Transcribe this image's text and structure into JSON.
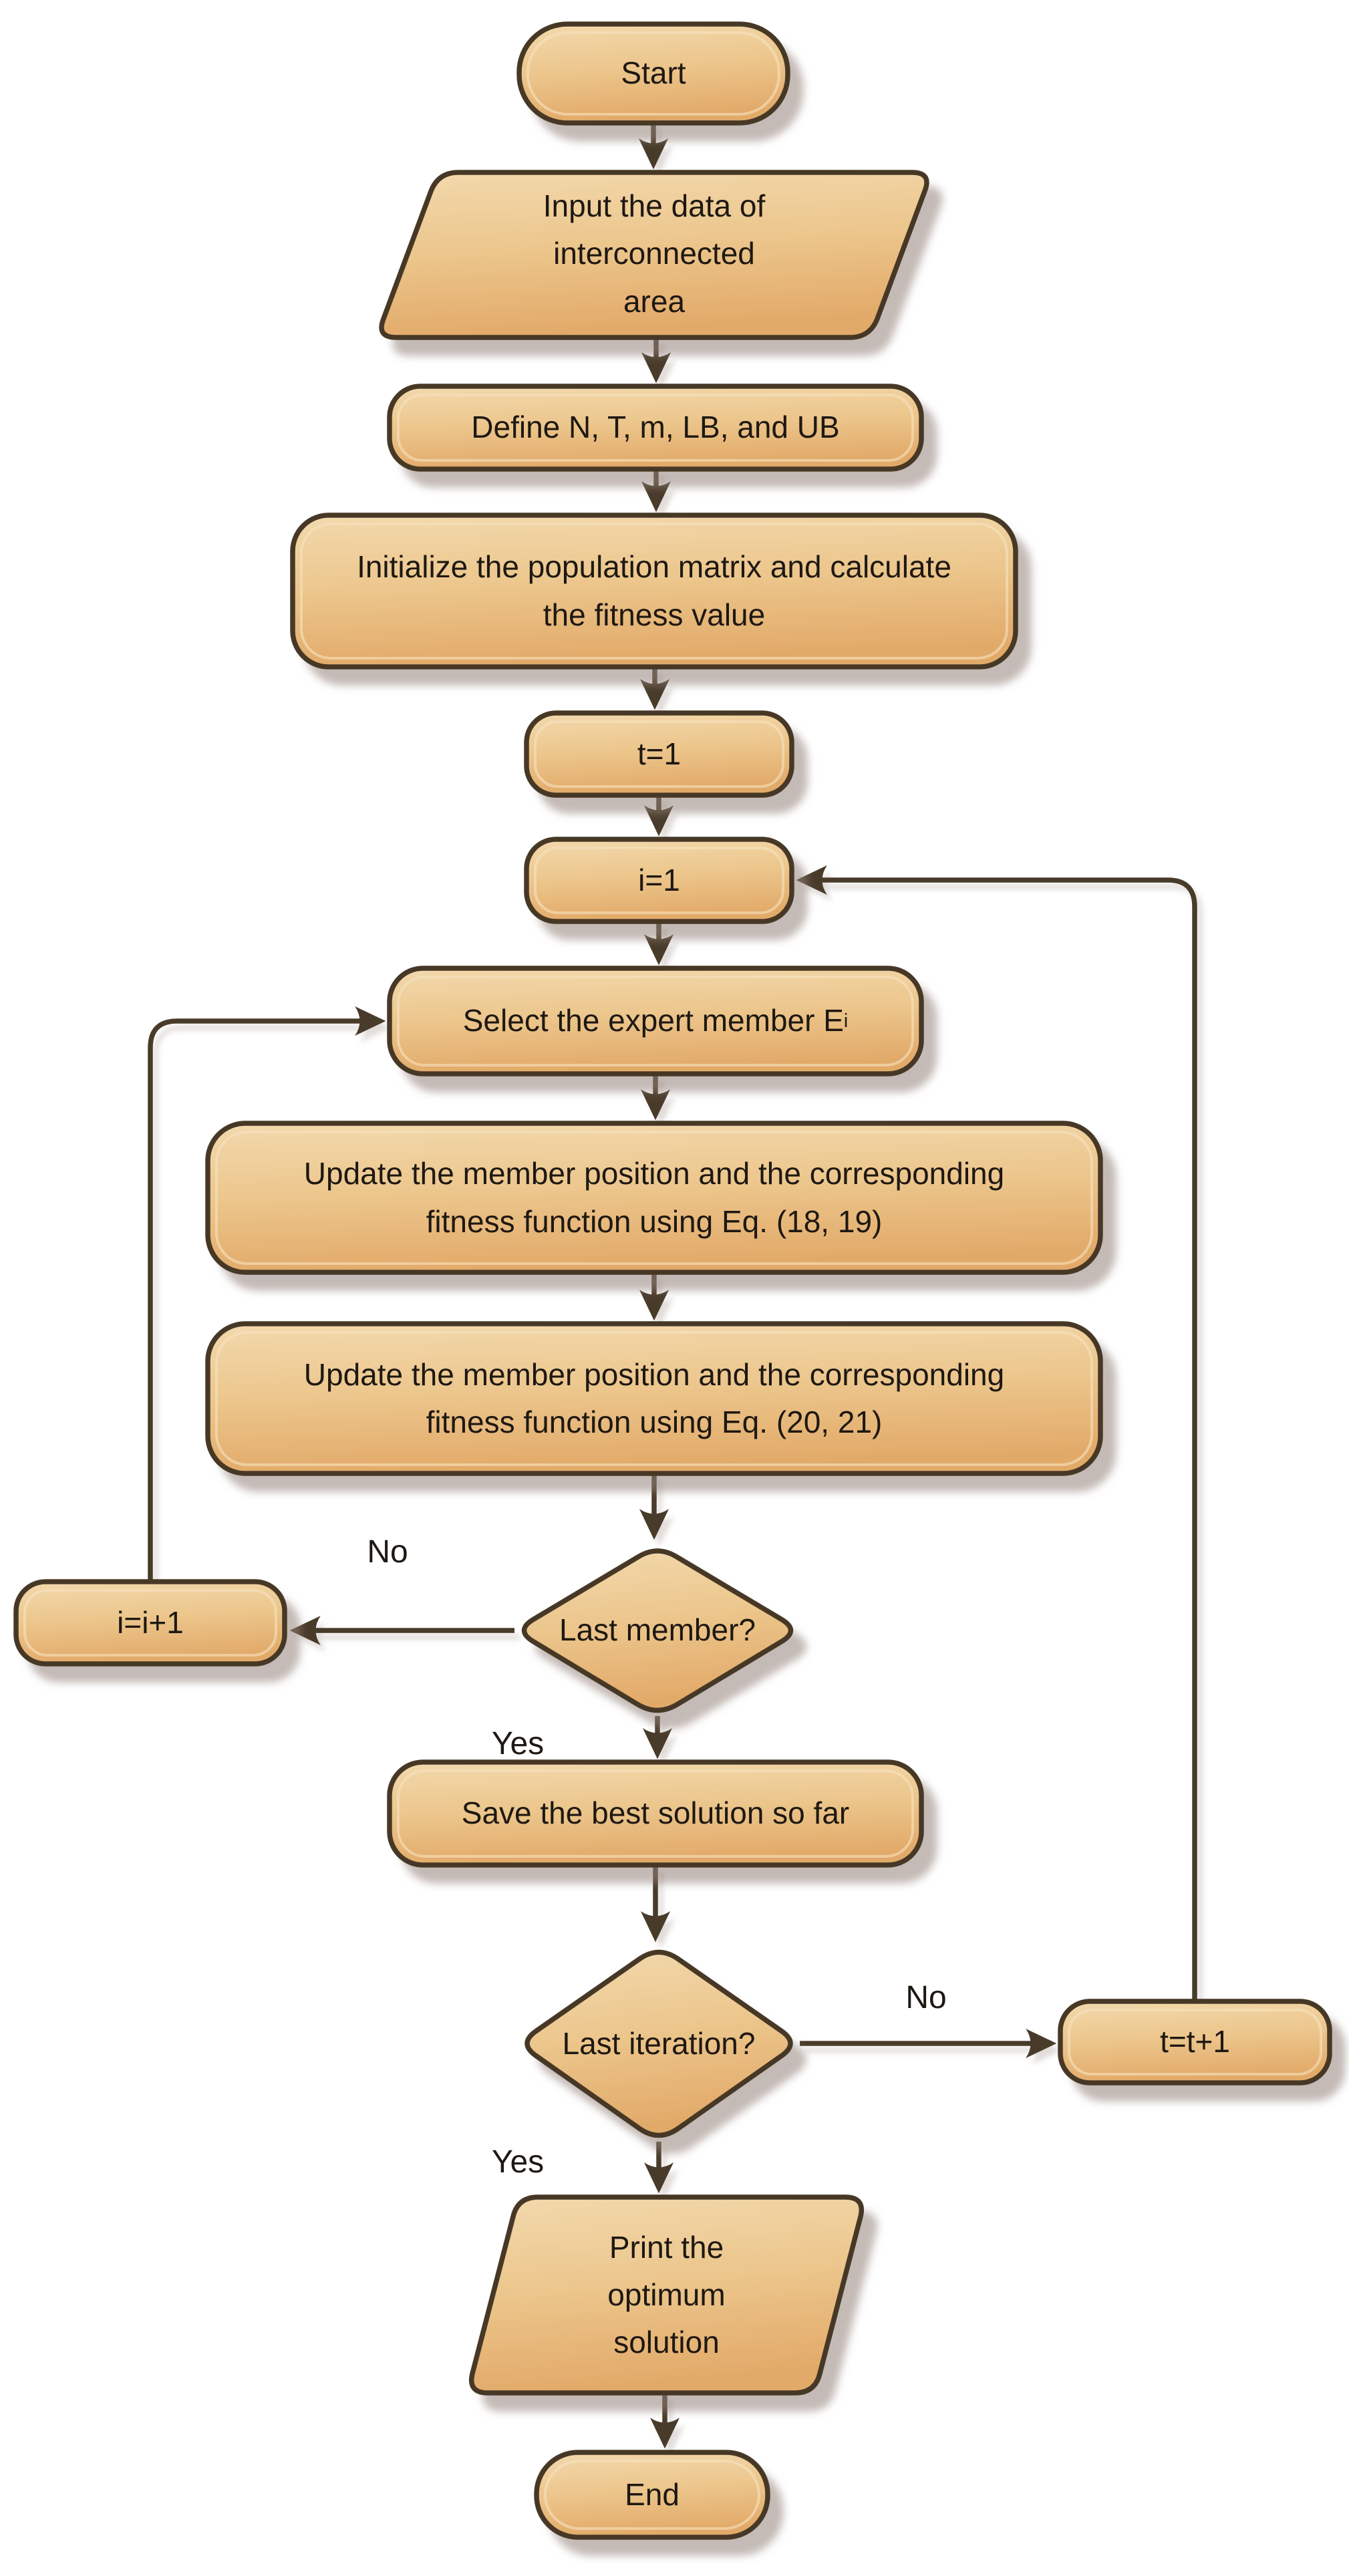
{
  "diagram": {
    "type": "flowchart",
    "nodes": {
      "start": {
        "shape": "stadium",
        "label": "Start"
      },
      "input_data": {
        "shape": "parallelogram",
        "lines": [
          "Input the data of",
          "interconnected",
          "area"
        ]
      },
      "define_params": {
        "shape": "rounded-rect",
        "label": "Define N, T, m, LB, and UB"
      },
      "initialize": {
        "shape": "rounded-rect",
        "lines": [
          "Initialize the population matrix and calculate",
          "the fitness value"
        ]
      },
      "t_init": {
        "shape": "rounded-rect",
        "label": "t=1"
      },
      "i_init": {
        "shape": "rounded-rect",
        "label": "i=1"
      },
      "select_expert": {
        "shape": "rounded-rect",
        "label": "Select the expert member E",
        "subscript": "i"
      },
      "update_18_19": {
        "shape": "rounded-rect",
        "lines": [
          "Update the member position and  the corresponding",
          "fitness function using Eq. (18, 19)"
        ]
      },
      "update_20_21": {
        "shape": "rounded-rect",
        "lines": [
          "Update the member position and  the corresponding",
          "fitness function using Eq. (20, 21)"
        ]
      },
      "last_member": {
        "shape": "diamond",
        "label": "Last member?"
      },
      "i_increment": {
        "shape": "rounded-rect",
        "label": "i=i+1"
      },
      "save_best": {
        "shape": "rounded-rect",
        "label": "Save the best solution so far"
      },
      "last_iteration": {
        "shape": "diamond",
        "label": "Last iteration?"
      },
      "t_increment": {
        "shape": "rounded-rect",
        "label": "t=t+1"
      },
      "print_solution": {
        "shape": "parallelogram",
        "lines": [
          "Print the",
          "optimum",
          "solution"
        ]
      },
      "end": {
        "shape": "stadium",
        "label": "End"
      }
    },
    "edge_labels": {
      "last_member_no": "No",
      "last_member_yes": "Yes",
      "last_iteration_no": "No",
      "last_iteration_yes": "Yes"
    },
    "edges": [
      {
        "from": "start",
        "to": "input_data"
      },
      {
        "from": "input_data",
        "to": "define_params"
      },
      {
        "from": "define_params",
        "to": "initialize"
      },
      {
        "from": "initialize",
        "to": "t_init"
      },
      {
        "from": "t_init",
        "to": "i_init"
      },
      {
        "from": "i_init",
        "to": "select_expert"
      },
      {
        "from": "select_expert",
        "to": "update_18_19"
      },
      {
        "from": "update_18_19",
        "to": "update_20_21"
      },
      {
        "from": "update_20_21",
        "to": "last_member"
      },
      {
        "from": "last_member",
        "to": "i_increment",
        "label": "No"
      },
      {
        "from": "i_increment",
        "to": "select_expert"
      },
      {
        "from": "last_member",
        "to": "save_best",
        "label": "Yes"
      },
      {
        "from": "save_best",
        "to": "last_iteration"
      },
      {
        "from": "last_iteration",
        "to": "t_increment",
        "label": "No"
      },
      {
        "from": "t_increment",
        "to": "i_init"
      },
      {
        "from": "last_iteration",
        "to": "print_solution",
        "label": "Yes"
      },
      {
        "from": "print_solution",
        "to": "end"
      }
    ],
    "colors": {
      "node_fill_light": "#f3d9ad",
      "node_fill_mid": "#ecc68c",
      "node_fill_dark": "#e2aa69",
      "node_border": "#473827",
      "connector": "#4a3a29",
      "text": "#1e1812",
      "shadow": "#93827a",
      "background": "#ffffff"
    }
  }
}
